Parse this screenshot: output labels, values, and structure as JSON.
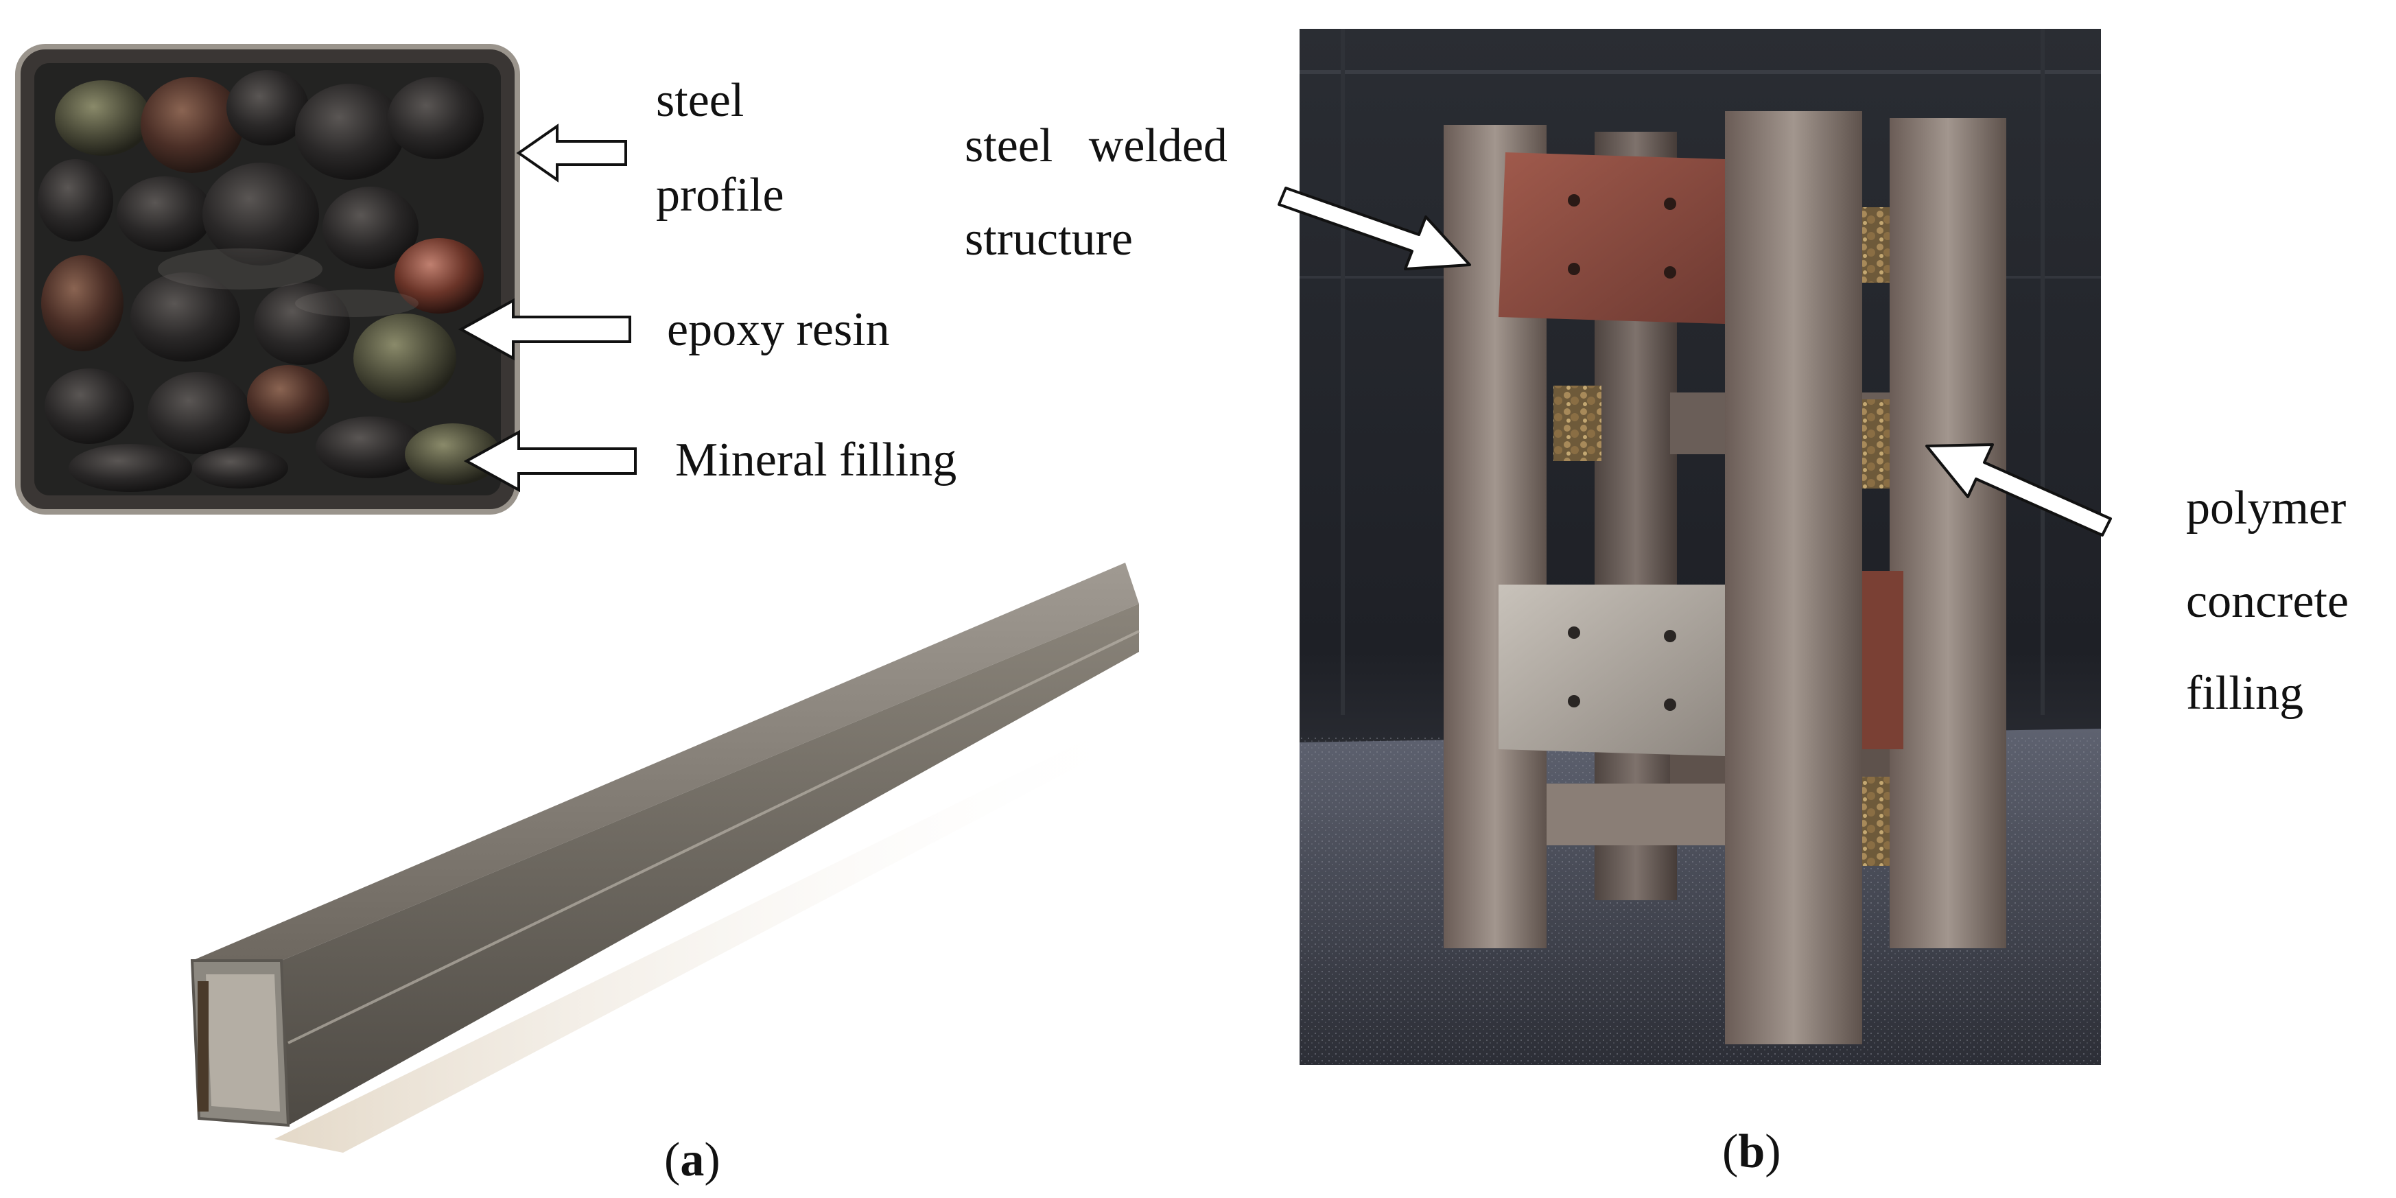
{
  "panel_a": {
    "labels": {
      "steel": "steel",
      "profile": "profile",
      "epoxy_resin": "epoxy resin",
      "mineral_filling": "Mineral filling"
    },
    "caption_letter": "a"
  },
  "panel_b": {
    "labels": {
      "steel_welded": "steel   welded",
      "structure": "structure",
      "polymer": "polymer",
      "concrete": "concrete",
      "filling": "filling"
    },
    "caption_letter": "b"
  },
  "colors": {
    "dark_background": "#1e2026",
    "steel_gray": "#8a8076",
    "rust_plate": "#8a4c42",
    "epoxy_black": "#1a1a1a"
  }
}
